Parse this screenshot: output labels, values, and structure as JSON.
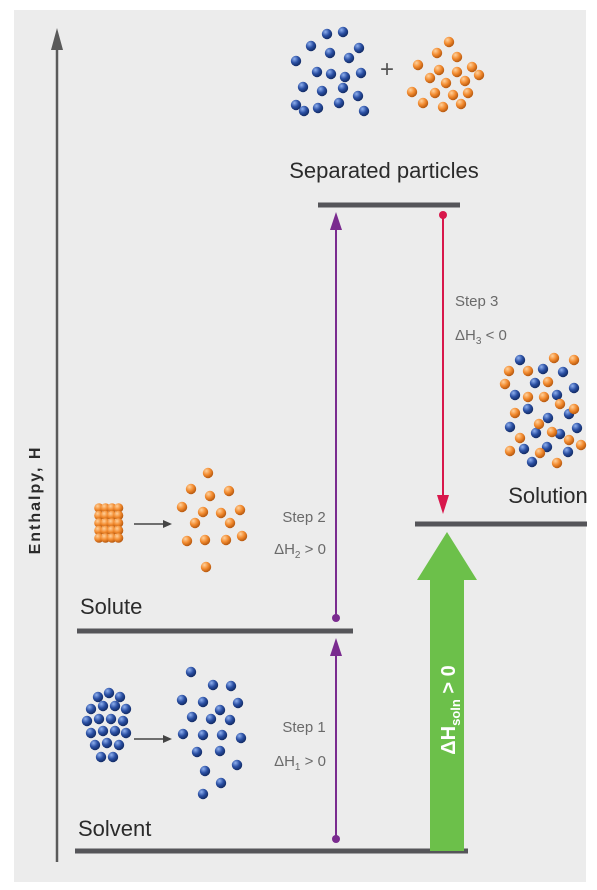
{
  "axis": {
    "label": "Enthalpy, H"
  },
  "levels": {
    "solvent": "Solvent",
    "solute": "Solute",
    "separated": "Separated particles",
    "solution": "Solution"
  },
  "steps": [
    {
      "title": "Step 1",
      "delta": "ΔH",
      "sub": "1",
      "relation": " > 0"
    },
    {
      "title": "Step 2",
      "delta": "ΔH",
      "sub": "2",
      "relation": " > 0"
    },
    {
      "title": "Step 3",
      "delta": "ΔH",
      "sub": "3",
      "relation": " < 0"
    }
  ],
  "overall": {
    "delta": "ΔH",
    "sub": "soln",
    "relation": " > 0"
  },
  "plus": "+",
  "colors": {
    "background_panel": "#ececec",
    "level_line": "#555559",
    "axis": "#5a5a5a",
    "step_arrow_up": "#7a2b8f",
    "step_arrow_down": "#d8174b",
    "overall_arrow": "#6cc04a",
    "solvent_particle": "#2a4fa3",
    "solute_particle": "#f28a2e"
  }
}
